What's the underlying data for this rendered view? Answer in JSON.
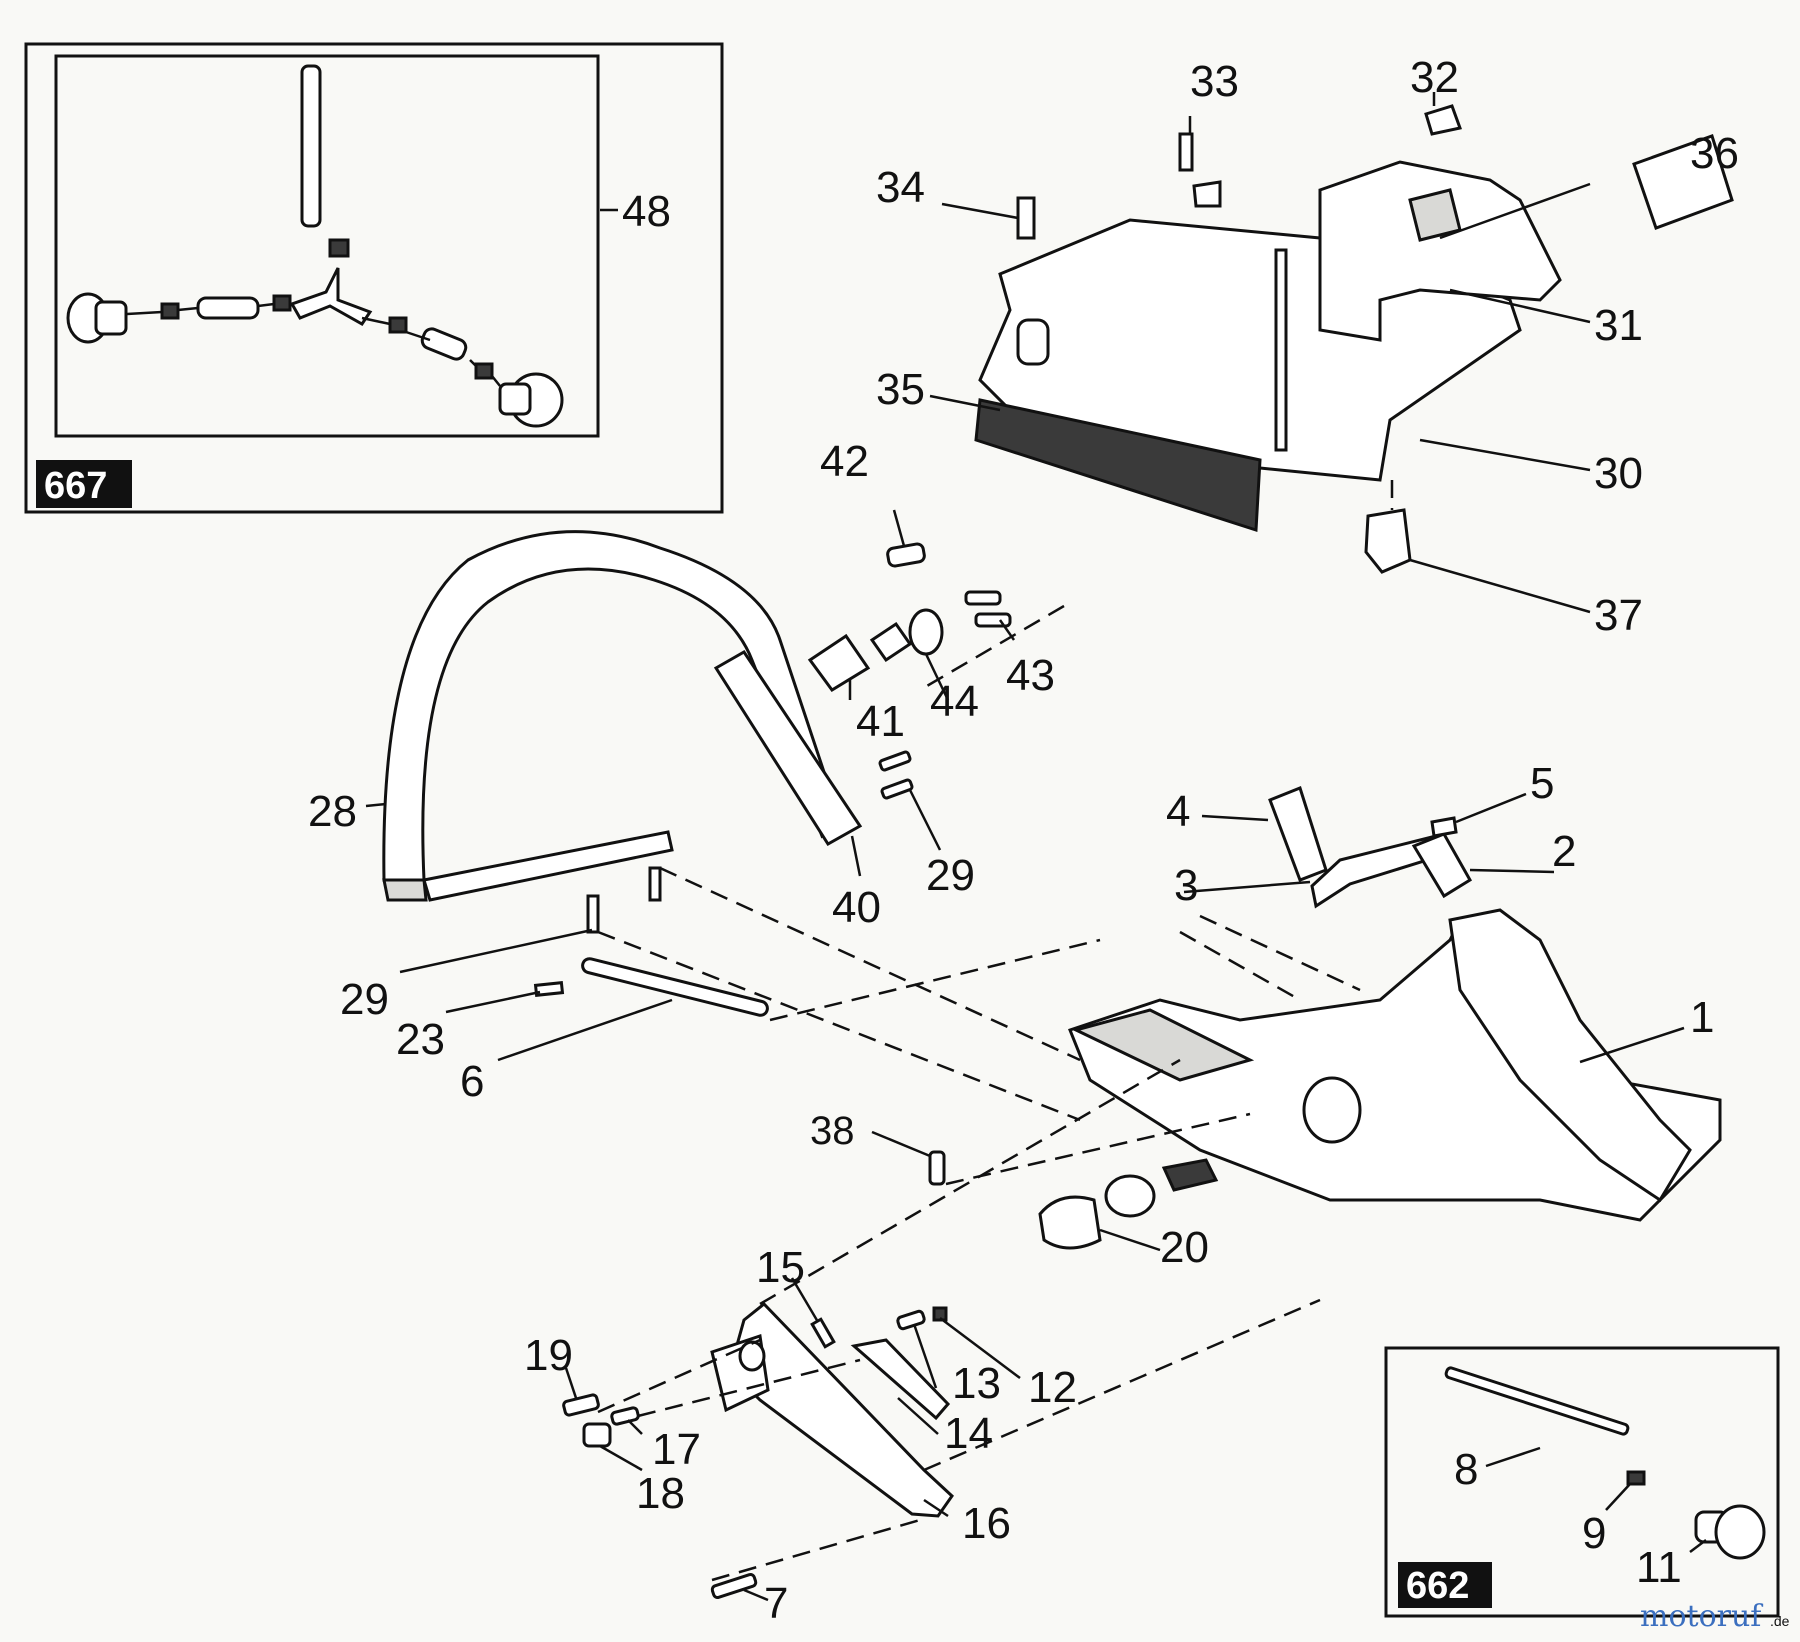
{
  "diagram": {
    "callouts": {
      "c1": "1",
      "c2": "2",
      "c3": "3",
      "c4": "4",
      "c5": "5",
      "c6": "6",
      "c7": "7",
      "c8": "8",
      "c9": "9",
      "c11": "11",
      "c12": "12",
      "c13": "13",
      "c14": "14",
      "c15": "15",
      "c16": "16",
      "c17": "17",
      "c18": "18",
      "c19": "19",
      "c20": "20",
      "c23": "23",
      "c28": "28",
      "c29a": "29",
      "c29b": "29",
      "c30": "30",
      "c31": "31",
      "c32": "32",
      "c33": "33",
      "c34": "34",
      "c35": "35",
      "c36": "36",
      "c37": "37",
      "c38": "38",
      "c40": "40",
      "c41": "41",
      "c42": "42",
      "c43": "43",
      "c44": "44",
      "c48": "48"
    },
    "inset_top_left": {
      "tag": "667"
    },
    "inset_bottom_right": {
      "tag": "662"
    },
    "watermark": {
      "text": "motoruf",
      "suffix": ".de"
    }
  }
}
